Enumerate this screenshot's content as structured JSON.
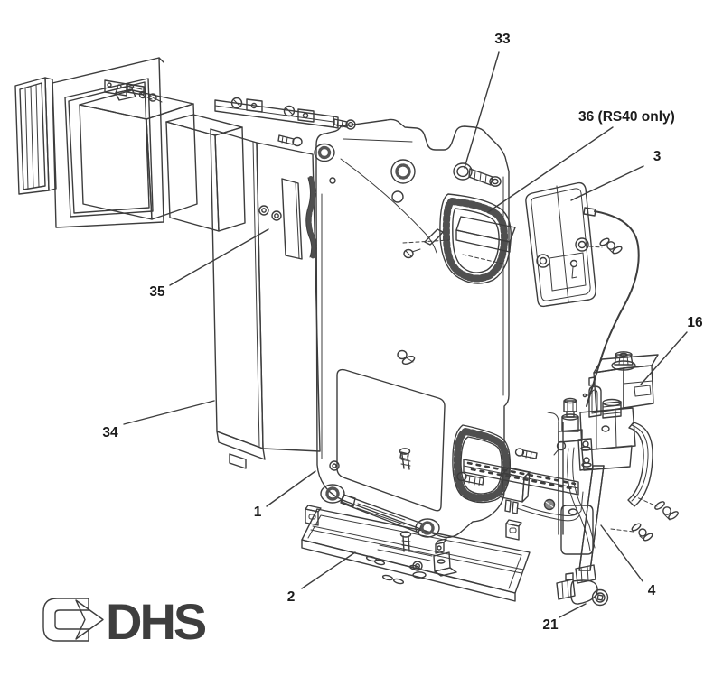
{
  "diagram": {
    "type": "exploded-parts-diagram",
    "callouts": [
      {
        "id": "33",
        "label": "33"
      },
      {
        "id": "36",
        "label": "36 (RS40 only)"
      },
      {
        "id": "3",
        "label": "3"
      },
      {
        "id": "16",
        "label": "16"
      },
      {
        "id": "35",
        "label": "35"
      },
      {
        "id": "34",
        "label": "34"
      },
      {
        "id": "1",
        "label": "1"
      },
      {
        "id": "2",
        "label": "2"
      },
      {
        "id": "4",
        "label": "4"
      },
      {
        "id": "21",
        "label": "21"
      }
    ],
    "logo": {
      "text": "DHS"
    },
    "colors": {
      "line": "#3d3d3d",
      "label": "#1c1c1c",
      "logo": "#3e3e3e",
      "background": "#ffffff"
    }
  }
}
